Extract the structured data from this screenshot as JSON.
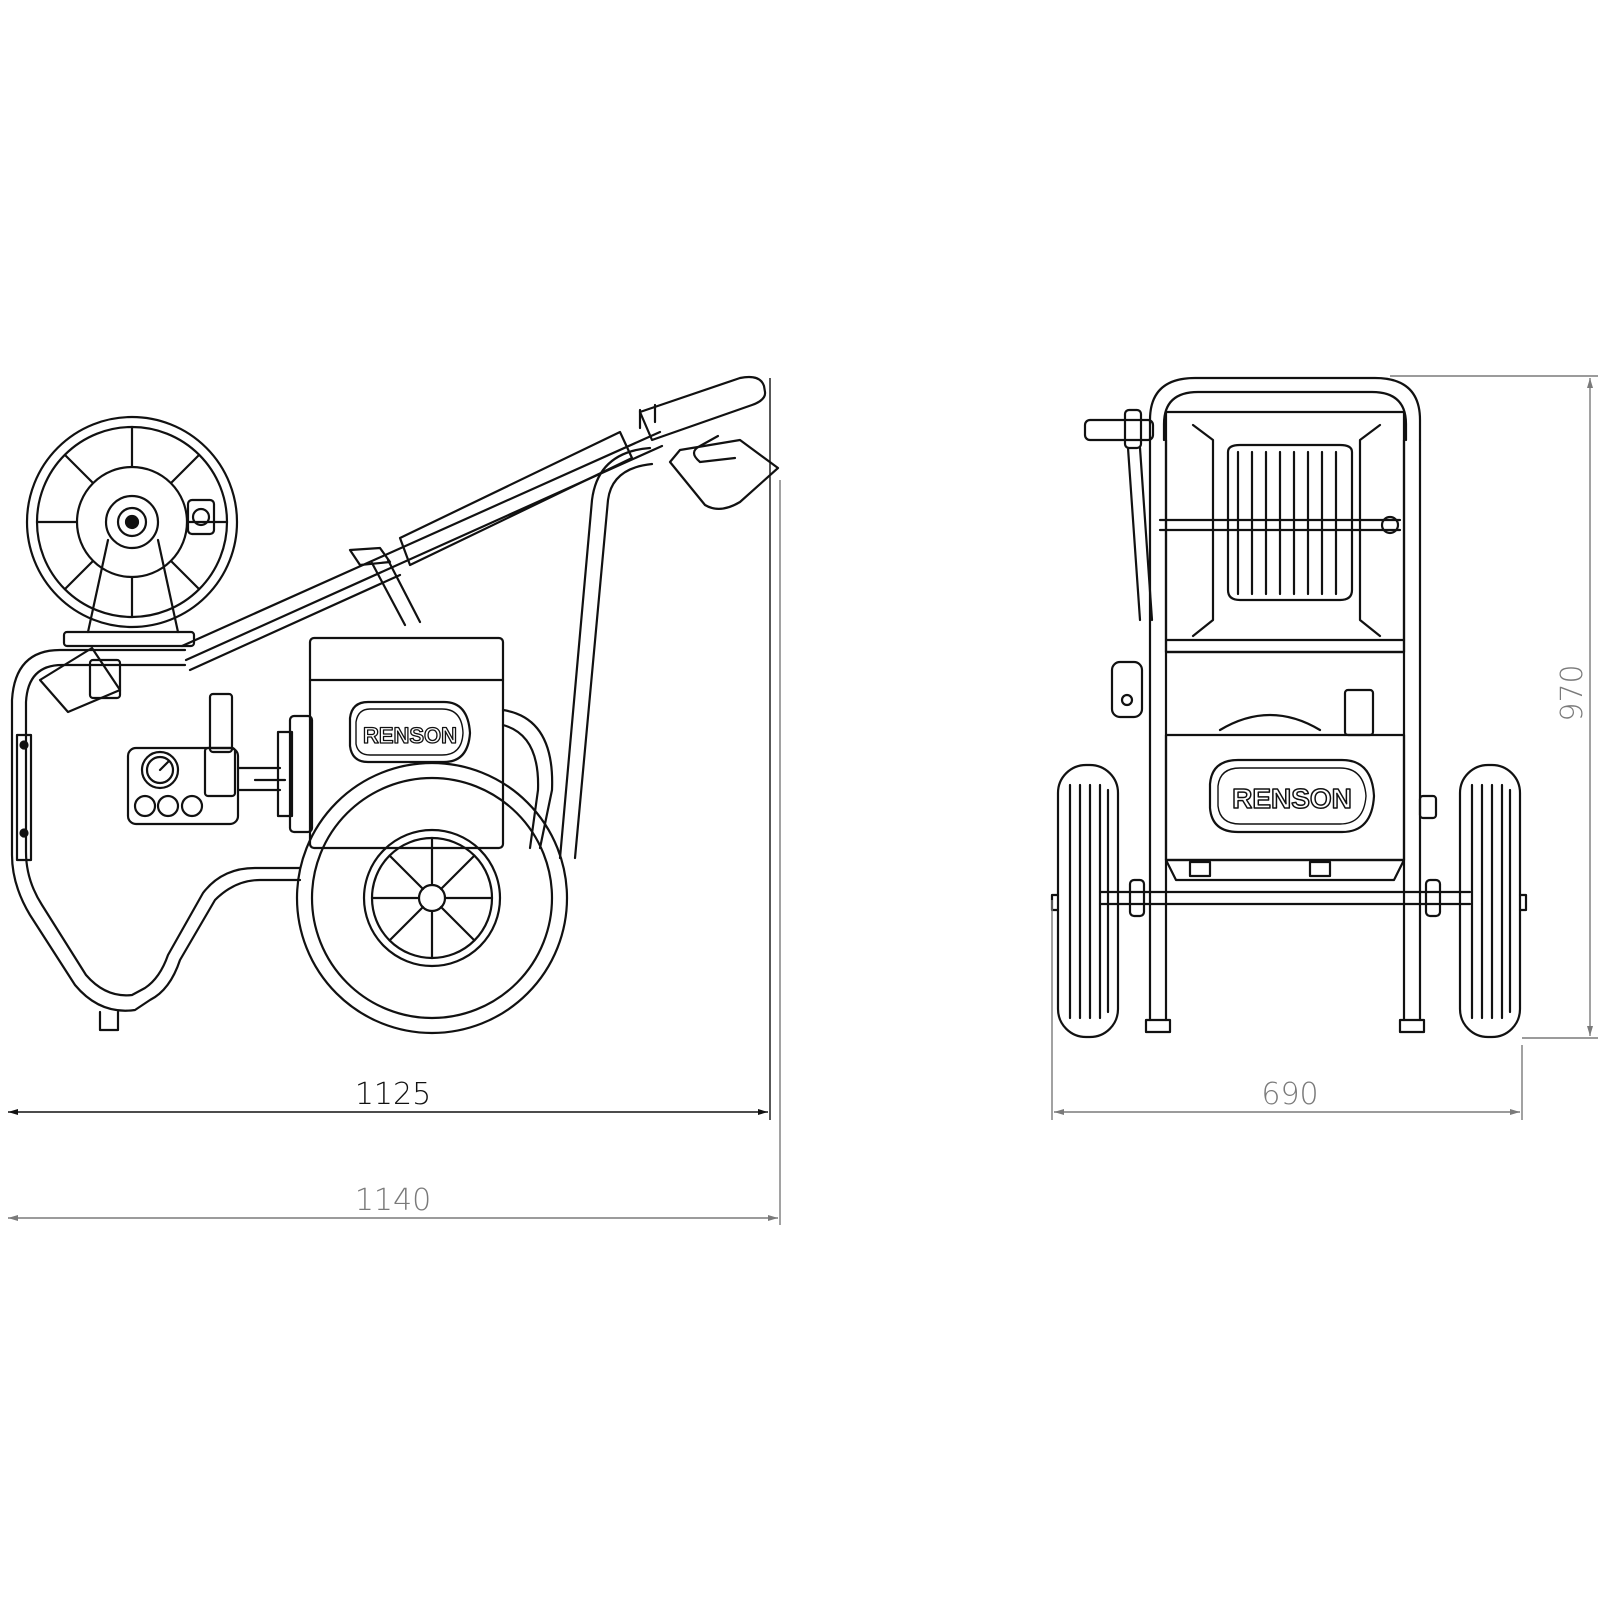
{
  "dimensions": {
    "side_length_inner": "1125",
    "side_length_outer": "1140",
    "front_width": "690",
    "front_height": "970"
  },
  "branding": {
    "logo_text": "RENSON"
  },
  "colors": {
    "line": "#111111",
    "dimension_dark": "#111111",
    "dimension_grey": "#7a7a7a",
    "background": "#ffffff"
  }
}
